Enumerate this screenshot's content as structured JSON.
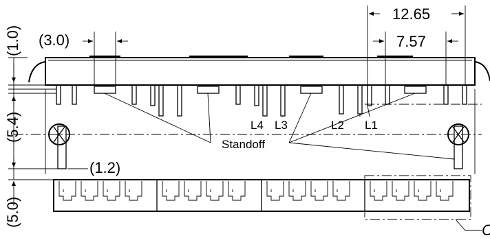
{
  "dimensions": {
    "top_right_outer": "12.65",
    "top_right_inner": "7.57",
    "top_left": "(3.0)",
    "left_top": "(1.0)",
    "left_middle": "(5.4)",
    "left_bottom": "(5.0)",
    "post_offset": "(1.2)"
  },
  "labels": {
    "standoff": "Standoff",
    "l1": "L1",
    "l2": "L2",
    "l3": "L3",
    "l4": "L4",
    "detail": "C"
  }
}
